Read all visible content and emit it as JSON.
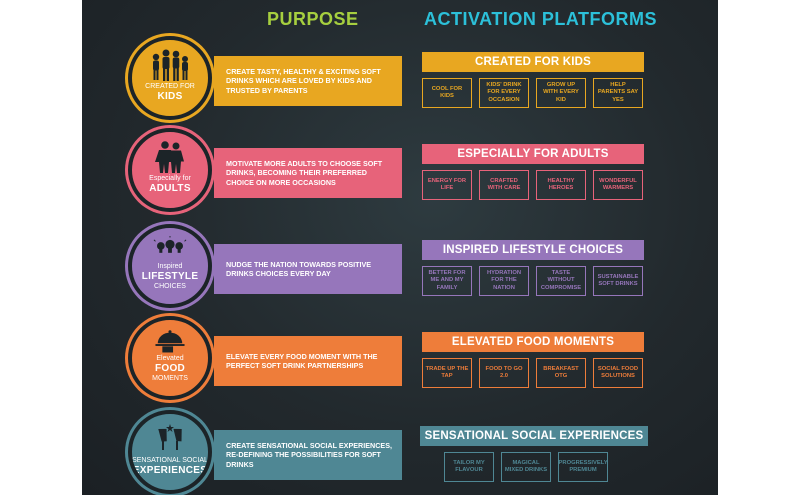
{
  "headers": {
    "purpose": "PURPOSE",
    "activation": "ACTIVATION PLATFORMS"
  },
  "rows": [
    {
      "id": "kids",
      "color": "#e8a721",
      "icon": "children-icon",
      "caption_small": "CREATED FOR",
      "caption_big": "KIDS",
      "purpose": "Create tasty, healthy & exciting soft drinks which are loved by kids and trusted by parents",
      "platform": "CREATED FOR KIDS",
      "items": [
        "COOL FOR KIDS",
        "KIDS' DRINK FOR EVERY OCCASION",
        "GROW UP WITH EVERY KID",
        "HELP PARENTS SAY YES"
      ]
    },
    {
      "id": "adults",
      "color": "#e7637a",
      "icon": "adults-icon",
      "caption_small": "Especially for",
      "caption_big": "ADULTS",
      "purpose": "Motivate more adults to choose soft drinks, becoming their preferred choice on more occasions",
      "platform": "ESPECIALLY FOR ADULTS",
      "items": [
        "ENERGY FOR LIFE",
        "CRAFTED WITH CARE",
        "HEALTHY HEROES",
        "WONDERFUL WARMERS"
      ]
    },
    {
      "id": "lifestyle",
      "color": "#9676bb",
      "icon": "lightbulbs-icon",
      "caption_small": "Inspired",
      "caption_big": "LIFESTYLE",
      "caption_small2": "CHOICES",
      "purpose": "Nudge the nation towards positive drinks choices every day",
      "platform": "INSPIRED LIFESTYLE CHOICES",
      "items": [
        "BETTER FOR ME AND MY FAMILY",
        "HYDRATION FOR THE NATION",
        "TASTE WITHOUT COMPROMISE",
        "SUSTAINABLE SOFT DRINKS"
      ]
    },
    {
      "id": "food",
      "color": "#ee7d3a",
      "icon": "food-cloche-icon",
      "caption_small": "Elevated",
      "caption_big": "FOOD",
      "caption_small2": "MOMENTS",
      "purpose": "Elevate every food moment with the perfect soft drink partnerships",
      "platform": "ELEVATED FOOD MOMENTS",
      "items": [
        "TRADE UP THE TAP",
        "FOOD TO GO 2.0",
        "BREAKFAST OTG",
        "SOCIAL FOOD SOLUTIONS"
      ]
    },
    {
      "id": "social",
      "color": "#4f8794",
      "icon": "cheers-icon",
      "caption_small": "SENSATIONAL SOCIAL",
      "caption_big": "EXPERIENCES",
      "purpose": "Create sensational social experiences, re-defining the possibilities for soft drinks",
      "platform": "SENSATIONAL SOCIAL EXPERIENCES",
      "items": [
        "TAILOR MY FLAVOUR",
        "MAGICAL MIXED DRINKS",
        "PROGRESSIVELY PREMIUM"
      ]
    }
  ]
}
